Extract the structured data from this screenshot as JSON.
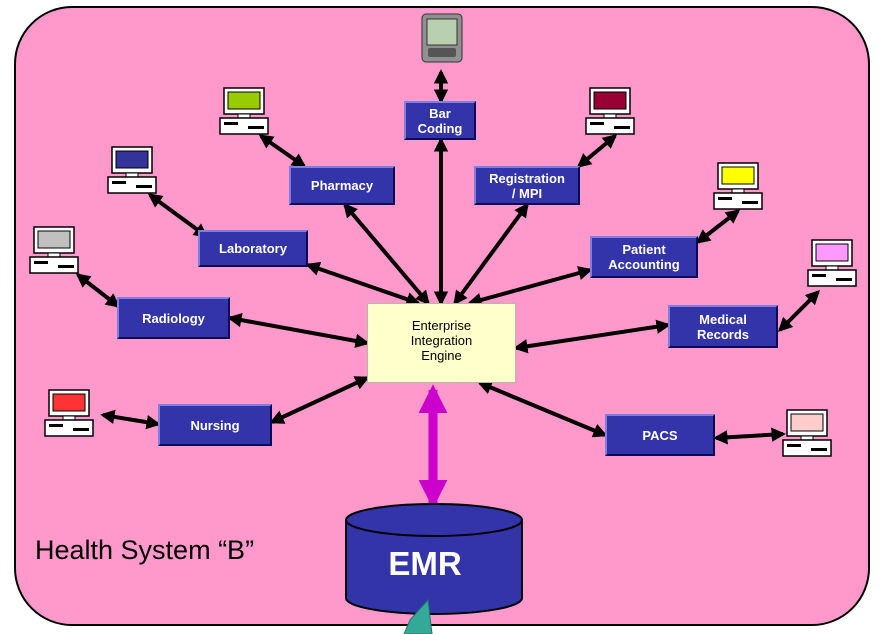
{
  "system_label": "Health System “B”",
  "engine": {
    "label": "Enterprise\nIntegration\nEngine"
  },
  "emr": {
    "label": "EMR"
  },
  "systems": [
    {
      "id": "bar-coding",
      "label": "Bar\nCoding"
    },
    {
      "id": "pharmacy",
      "label": "Pharmacy"
    },
    {
      "id": "registration-mpi",
      "label": "Registration\n/ MPI"
    },
    {
      "id": "laboratory",
      "label": "Laboratory"
    },
    {
      "id": "patient-accounting",
      "label": "Patient\nAccounting"
    },
    {
      "id": "radiology",
      "label": "Radiology"
    },
    {
      "id": "medical-records",
      "label": "Medical\nRecords"
    },
    {
      "id": "nursing",
      "label": "Nursing"
    },
    {
      "id": "pacs",
      "label": "PACS"
    }
  ],
  "terminal_screen_colors": {
    "pharmacy": "#99cc00",
    "registration-mpi": "#990033",
    "laboratory": "#333399",
    "patient-accounting": "#ffff00",
    "radiology": "#c0c0c0",
    "medical-records": "#ff99ff",
    "nursing": "#ff3333",
    "pacs": "#ffcccc"
  },
  "colors": {
    "background": "#ff99cc",
    "system_box": "#3333aa",
    "engine_box": "#ffffcc",
    "emr_cylinder": "#3333aa",
    "emr_link": "#cc00cc",
    "arrows": "#000000"
  }
}
